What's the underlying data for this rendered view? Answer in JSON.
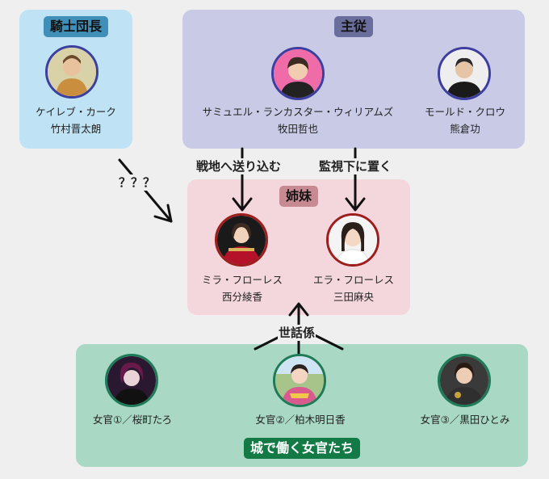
{
  "groups": {
    "knight": "騎士団長",
    "master": "主従",
    "sisters": "姉妹",
    "court": "城で働く女官たち"
  },
  "people": {
    "caleb": {
      "role": "ケイレブ・カーク",
      "actor": "竹村晋太朗"
    },
    "samuel": {
      "role": "サミュエル・ランカスター・ウィリアムズ",
      "actor": "牧田哲也"
    },
    "mold": {
      "role": "モールド・クロウ",
      "actor": "熊倉功"
    },
    "mira": {
      "role": "ミラ・フローレス",
      "actor": "西分綾香"
    },
    "era": {
      "role": "エラ・フローレス",
      "actor": "三田麻央"
    },
    "maid1": {
      "role": "女官①／桜町たろ"
    },
    "maid2": {
      "role": "女官②／柏木明日香"
    },
    "maid3": {
      "role": "女官③／黒田ひとみ"
    }
  },
  "relations": {
    "unknown": "？？？",
    "send_to_war": "戦地へ送り込む",
    "surveil": "監視下に置く",
    "caretakers": "世話係"
  },
  "colors": {
    "knight_box": "#bfe3f5",
    "master_box": "#c9cbe6",
    "sisters_box": "#f4d7dd",
    "court_box": "#a9d8c5",
    "court_tag": "#137a45"
  }
}
